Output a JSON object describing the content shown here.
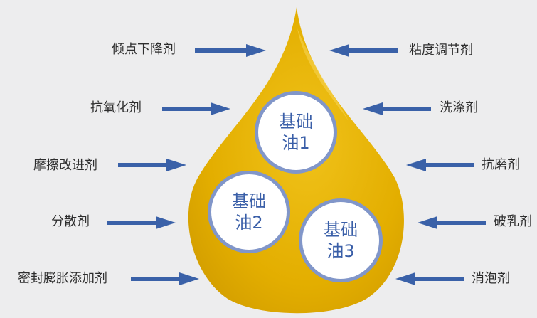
{
  "colors": {
    "background": "#ededee",
    "drop": "#e7b500",
    "drop_highlight": "#f6d24b",
    "arrow": "#3a61a8",
    "circle_border": "#8196c9",
    "circle_text": "#3a5fa8"
  },
  "additives_left": [
    {
      "label": "倾点下降剂"
    },
    {
      "label": "抗氧化剂"
    },
    {
      "label": "摩擦改进剂"
    },
    {
      "label": "分散剂"
    },
    {
      "label": "密封膨胀添加剂"
    }
  ],
  "additives_right": [
    {
      "label": "粘度调节剂"
    },
    {
      "label": "洗涤剂"
    },
    {
      "label": "抗磨剂"
    },
    {
      "label": "破乳剂"
    },
    {
      "label": "消泡剂"
    }
  ],
  "base_oils": [
    {
      "line1": "基础",
      "line2": "油1"
    },
    {
      "line1": "基础",
      "line2": "油2"
    },
    {
      "line1": "基础",
      "line2": "油3"
    }
  ]
}
